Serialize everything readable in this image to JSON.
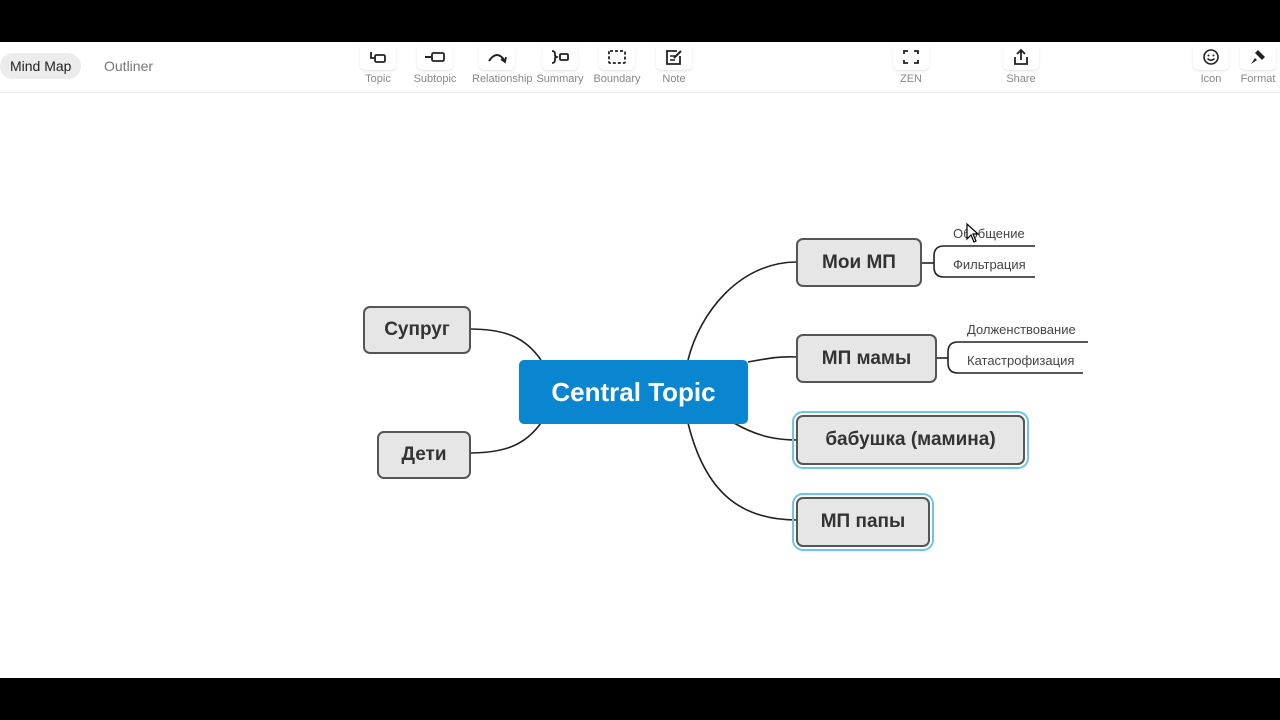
{
  "mode_tabs": {
    "mind_map": "Mind Map",
    "outliner": "Outliner"
  },
  "toolbar": {
    "topic": "Topic",
    "subtopic": "Subtopic",
    "relationship": "Relationship",
    "summary": "Summary",
    "boundary": "Boundary",
    "note": "Note",
    "zen": "ZEN",
    "share": "Share",
    "icon": "Icon",
    "format": "Format"
  },
  "map": {
    "central": "Central Topic",
    "left_topics": [
      "Супруг",
      "Дети"
    ],
    "right_topics": [
      "Мои МП",
      "МП мамы",
      "бабушка (мамина)",
      "МП папы"
    ],
    "subtopics_moi_mp": [
      "Обобщение",
      "Фильтрация"
    ],
    "subtopics_mp_mamy": [
      "Долженствование",
      "Катастрофизация"
    ],
    "selected_topics": [
      "бабушка (мамина)",
      "МП папы"
    ]
  },
  "colors": {
    "central": "#0a86d1",
    "topic_fill": "#e6e6e6",
    "selection": "#6ec3ef"
  }
}
